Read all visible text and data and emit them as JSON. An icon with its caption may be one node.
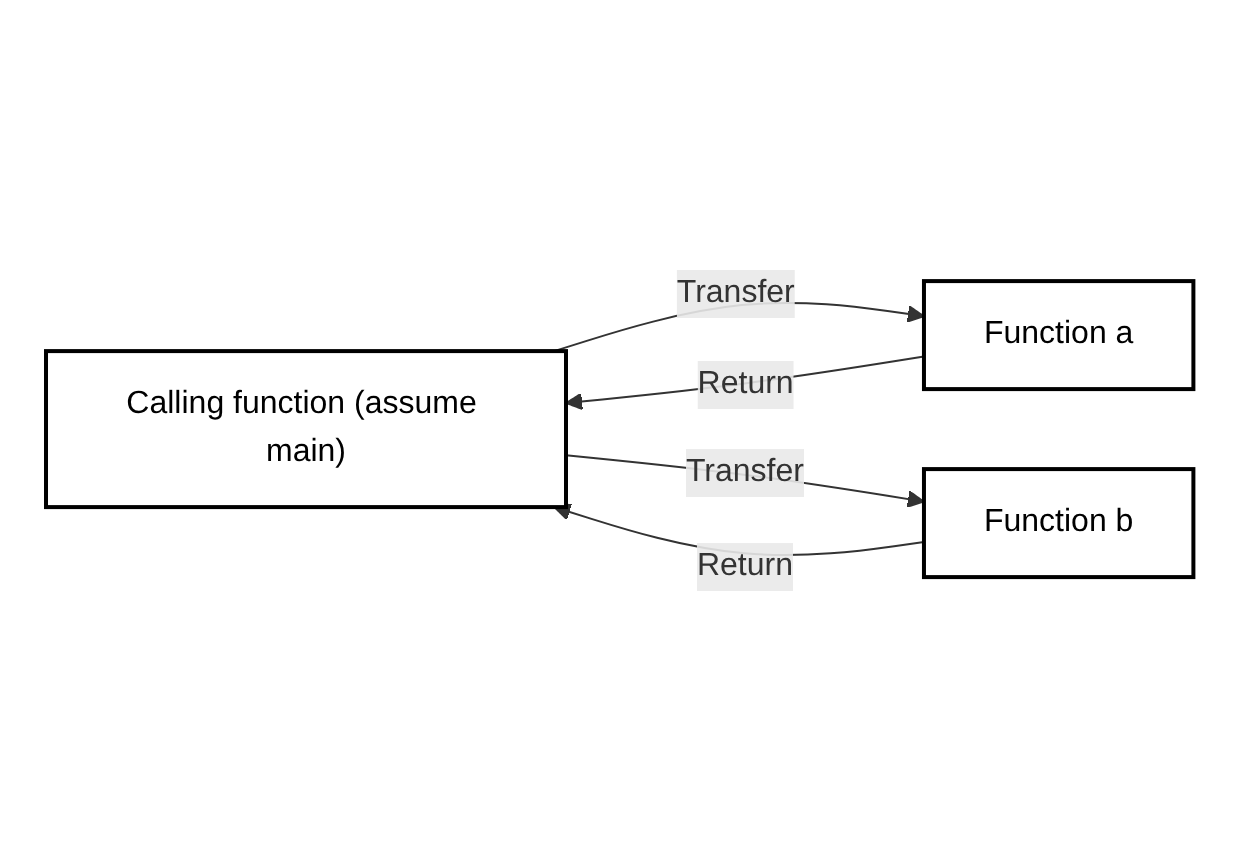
{
  "diagram": {
    "nodes": [
      {
        "text": [
          "Calling function (assume main)"
        ]
      },
      {
        "text": [
          "Function a"
        ]
      },
      {
        "text": [
          "Function b"
        ]
      }
    ],
    "edges": [
      {
        "from": 0,
        "to": 1,
        "arrow": "to",
        "label": "Transfer"
      },
      {
        "from": 1,
        "to": 0,
        "arrow": "to",
        "label": "Return"
      },
      {
        "from": 0,
        "to": 2,
        "arrow": "to",
        "label": "Transfer"
      },
      {
        "from": 2,
        "to": 0,
        "arrow": "to",
        "label": "Return"
      }
    ]
  }
}
